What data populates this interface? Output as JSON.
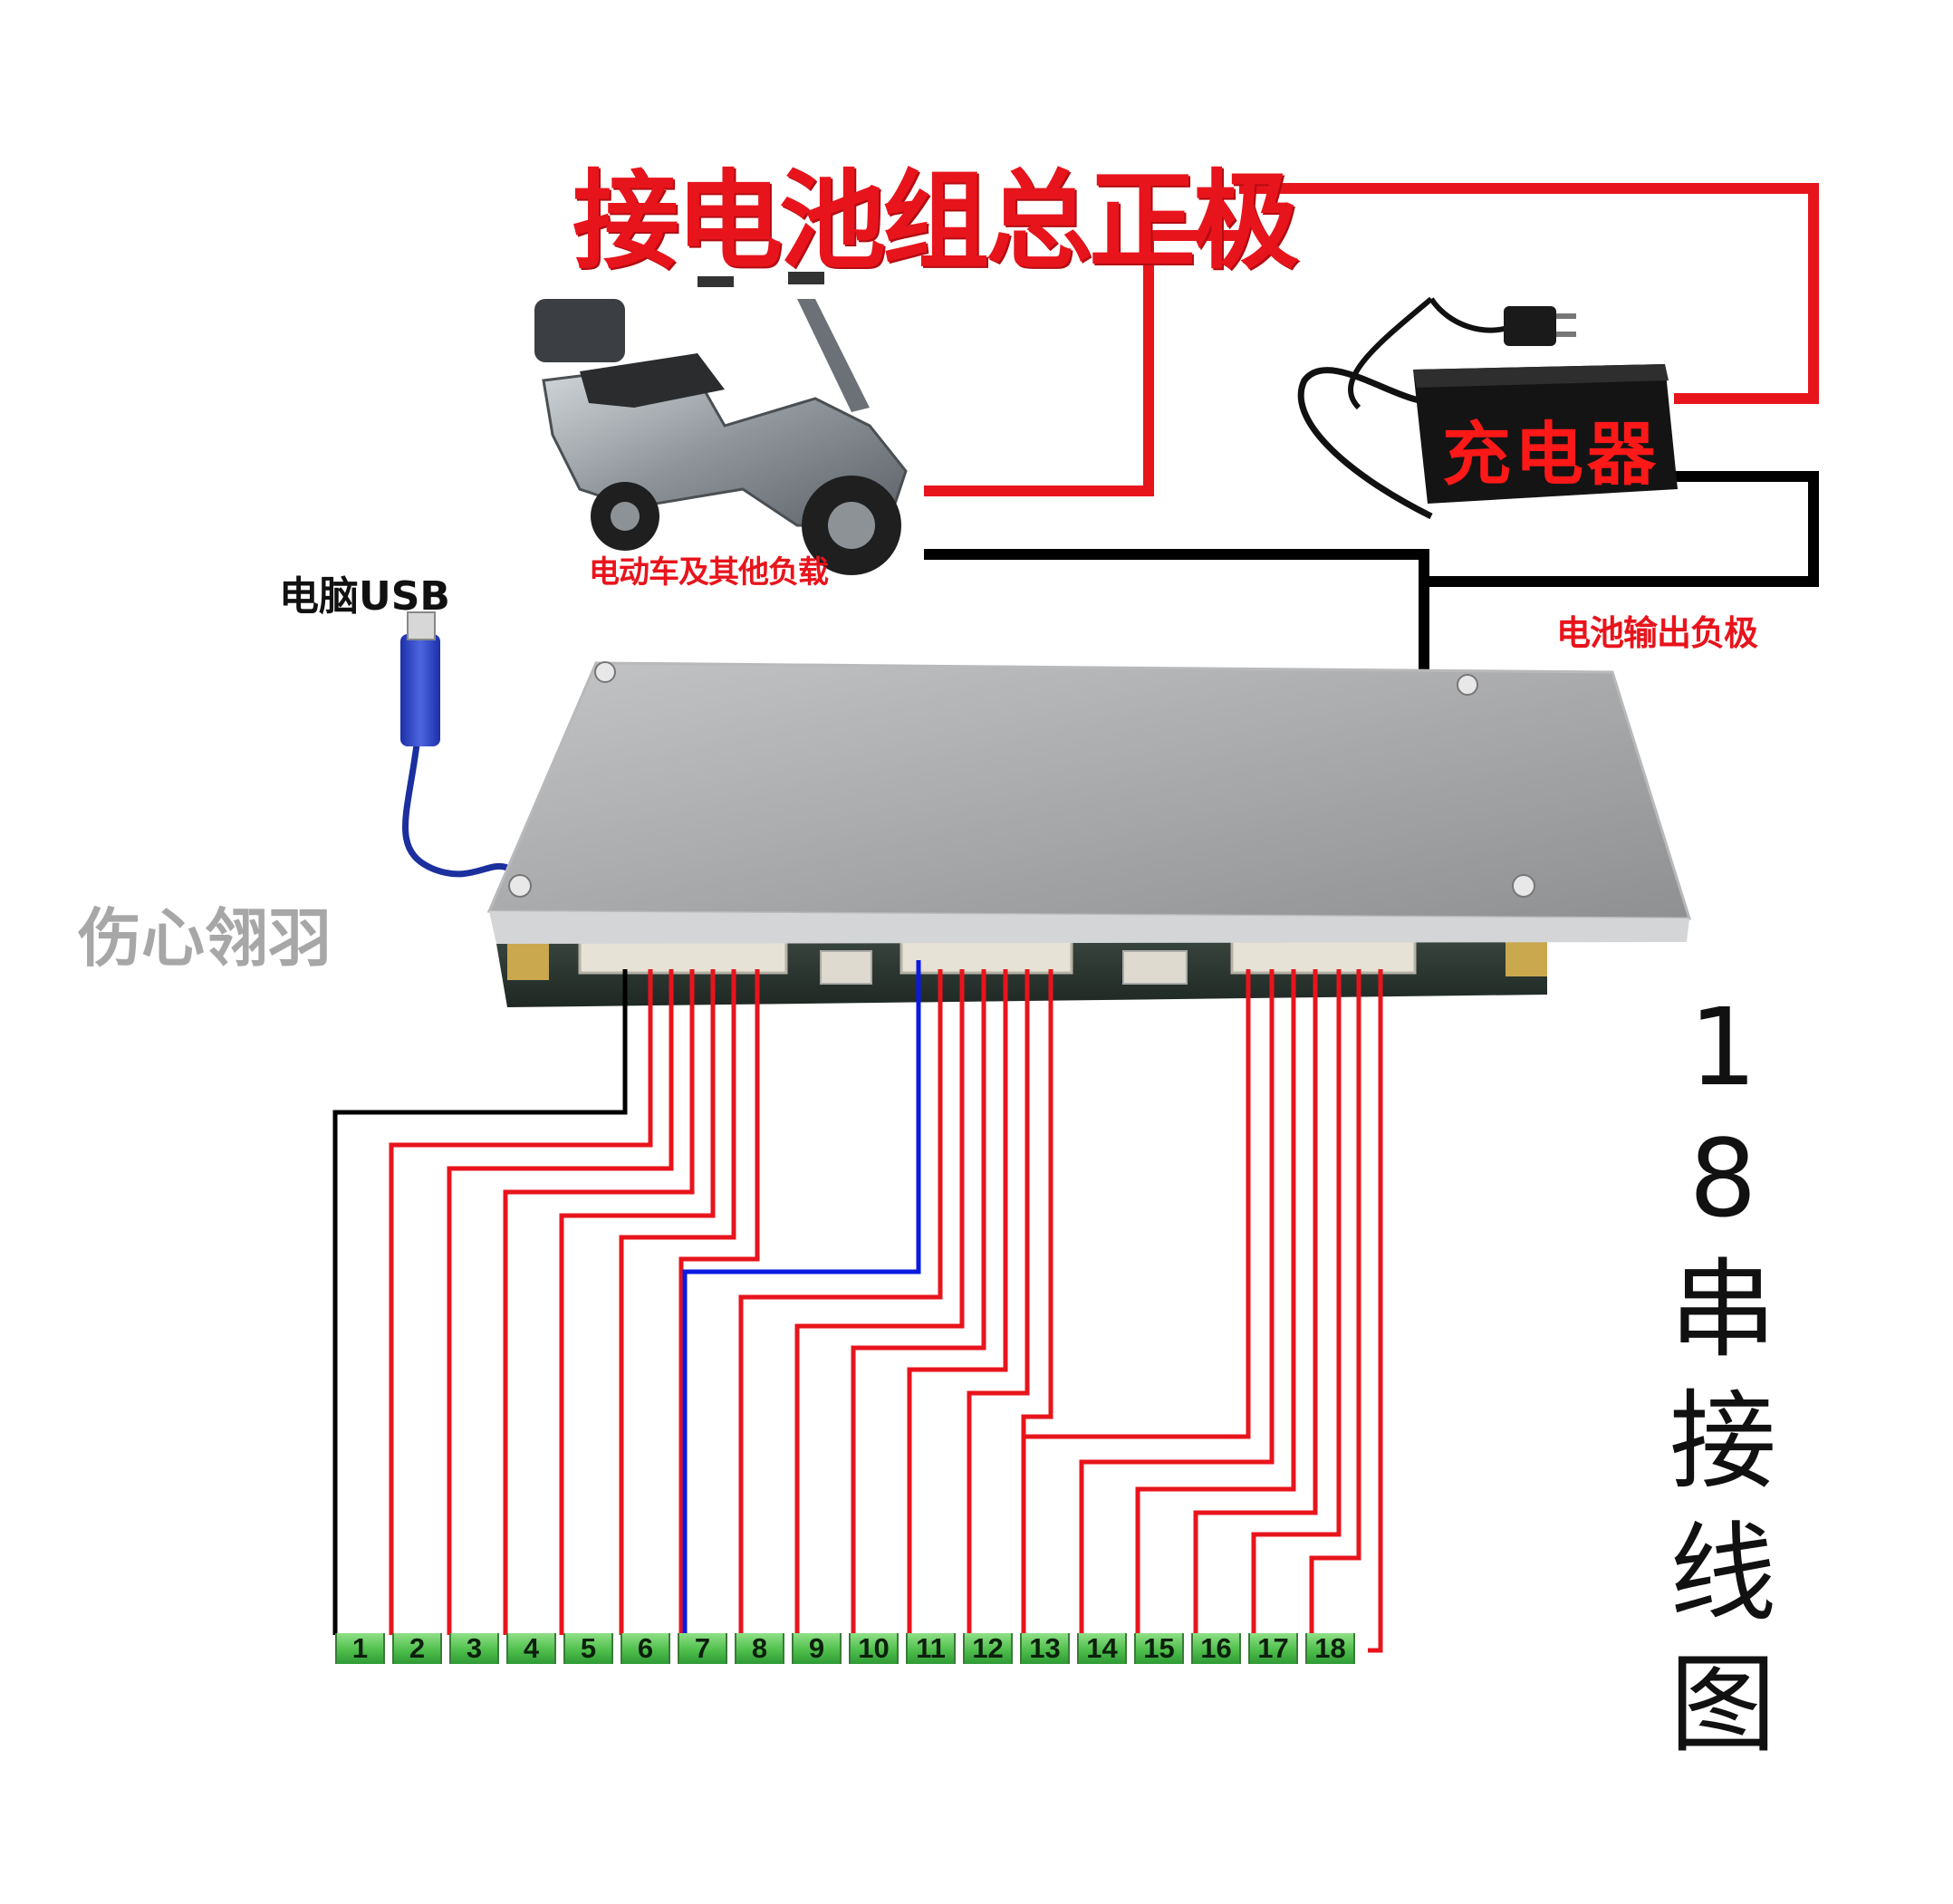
{
  "title_positive": "接电池组总正极",
  "usb_label": "电脑USB",
  "scooter_label": "电动车及其他负载",
  "charger_label": "充电器",
  "negative_label": "电池输出负极",
  "watermark": "伤心翎羽",
  "side_title": "18串接线图",
  "terminals": [
    "1",
    "2",
    "3",
    "4",
    "5",
    "6",
    "7",
    "8",
    "9",
    "10",
    "11",
    "12",
    "13",
    "14",
    "15",
    "16",
    "17",
    "18"
  ],
  "colors": {
    "positive_wire": "#e8141c",
    "negative_wire": "#000000",
    "temp_wire": "#0a1ae0",
    "terminal": "#4fbf4c"
  },
  "icons": [
    "scooter-icon",
    "charger-icon",
    "usb-plug-icon",
    "bms-board-icon"
  ]
}
